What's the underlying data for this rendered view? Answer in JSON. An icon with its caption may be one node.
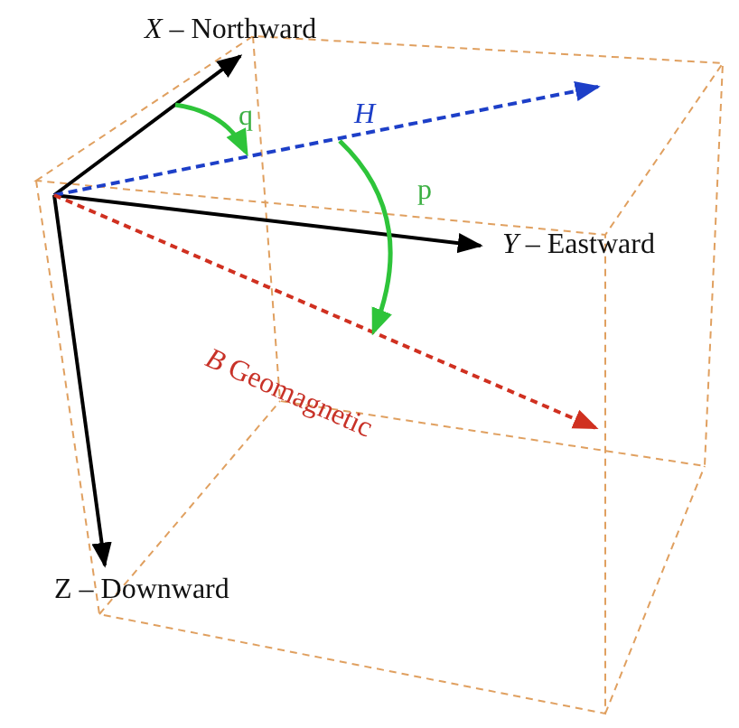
{
  "diagram": {
    "labels": [
      "*X* – Northward",
      "q",
      "H",
      "p",
      "*Y* – Eastward",
      "*B* Geomagnetic",
      "Z – Downward"
    ]
  }
}
